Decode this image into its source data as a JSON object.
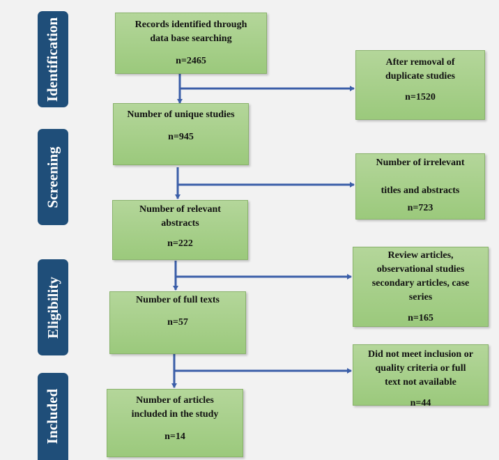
{
  "colors": {
    "stage_bg": "#1f4e79",
    "box_fill_top": "#b4d69a",
    "box_fill_bottom": "#9bc97c",
    "box_border": "#88b26a",
    "arrow": "#3b5ea8"
  },
  "stages": [
    {
      "label": "Identification"
    },
    {
      "label": "Screening"
    },
    {
      "label": "Eligibility"
    },
    {
      "label": "Included"
    }
  ],
  "main_boxes": [
    {
      "text": "Records identified through\ndata base searching",
      "count": "n=2465"
    },
    {
      "text": "Number of unique studies",
      "count": "n=945"
    },
    {
      "text": "Number of relevant\nabstracts",
      "count": "n=222"
    },
    {
      "text": "Number of full texts",
      "count": "n=57"
    },
    {
      "text": "Number of articles\nincluded in the study",
      "count": "n=14"
    }
  ],
  "excluded_boxes": [
    {
      "text": "After removal of\nduplicate studies",
      "count": "n=1520"
    },
    {
      "text": "Number of irrelevant\n\ntitles and abstracts",
      "count": "n=723"
    },
    {
      "text": "Review articles,\nobservational studies\nsecondary articles, case\nseries",
      "count": "n=165"
    },
    {
      "text": "Did not meet inclusion or\nquality criteria or full\ntext not available",
      "count": "n=44"
    }
  ]
}
